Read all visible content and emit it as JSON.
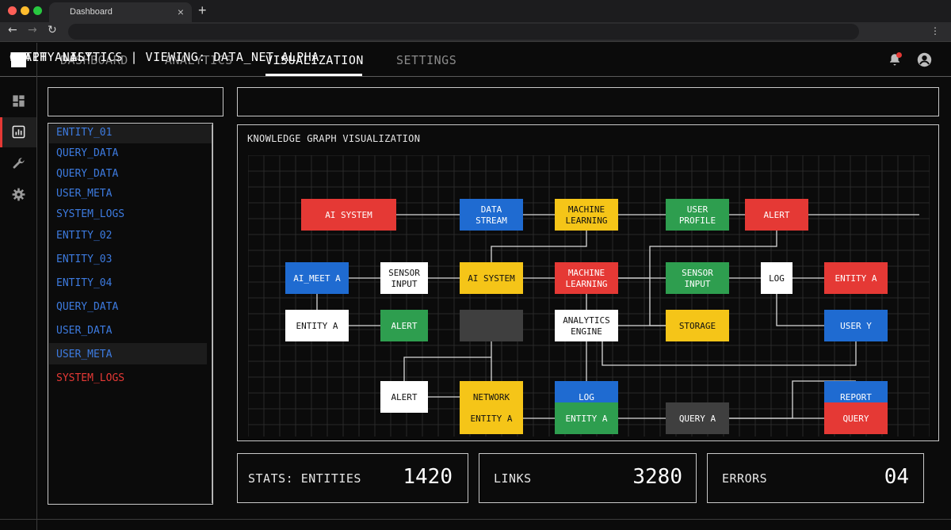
{
  "browser": {
    "tab_title": "Dashboard",
    "tab_close": "×",
    "new_tab": "+",
    "back": "←",
    "forward": "→",
    "reload": "↻",
    "menu": "⋮"
  },
  "nav": {
    "items": [
      {
        "label": "DASHBOARD",
        "active": false
      },
      {
        "label": "ANALYTICS",
        "active": false
      },
      {
        "label": "VISUALIZATION",
        "active": true
      },
      {
        "label": "SETTINGS",
        "active": false
      }
    ]
  },
  "sidebar": {
    "icons": [
      "dashboard-icon",
      "chart-icon",
      "wrench-icon",
      "gear-icon"
    ],
    "active_index": 1
  },
  "entity_list": {
    "title": "ENTITY LIST",
    "items": [
      {
        "label": "ENTITY_01",
        "status": "normal"
      },
      {
        "label": "QUERY_DATA",
        "status": "normal"
      },
      {
        "label": "QUERY_DATA",
        "status": "normal"
      },
      {
        "label": "USER_META",
        "status": "normal"
      },
      {
        "label": "SYSTEM_LOGS",
        "status": "normal"
      },
      {
        "label": "ENTITY_02",
        "status": "normal"
      },
      {
        "label": "ENTITY_03",
        "status": "normal"
      },
      {
        "label": "ENTITY_04",
        "status": "normal"
      },
      {
        "label": "QUERY_DATA",
        "status": "normal"
      },
      {
        "label": "USER_DATA",
        "status": "normal"
      },
      {
        "label": "USER_META",
        "status": "selected"
      },
      {
        "label": "SYSTEM_LOGS",
        "status": "error"
      }
    ]
  },
  "header": {
    "title": "GRAPH ANALYTICS | VIEWING: DATA_NET_ALPHA"
  },
  "graph": {
    "title": "KNOWLEDGE GRAPH VISUALIZATION",
    "colors": {
      "red": "#e53935",
      "blue": "#1f6bd1",
      "yellow": "#f5c518",
      "green": "#2e9e4f",
      "white": "#ffffff",
      "gray": "#3f3f3f",
      "line": "#d9d9d9"
    },
    "nodes": [
      {
        "id": "n1",
        "label": "AI SYSTEM",
        "color": "red"
      },
      {
        "id": "n2",
        "label": "DATA STREAM",
        "color": "blue"
      },
      {
        "id": "n3",
        "label": "MACHINE LEARNING",
        "color": "yellow"
      },
      {
        "id": "n4",
        "label": "USER PROFILE",
        "color": "green"
      },
      {
        "id": "n5",
        "label": "ALERT",
        "color": "red"
      },
      {
        "id": "n6",
        "label": "AI_MEET A",
        "color": "blue"
      },
      {
        "id": "n7",
        "label": "SENSOR INPUT",
        "color": "white"
      },
      {
        "id": "n8",
        "label": "AI SYSTEM",
        "color": "yellow"
      },
      {
        "id": "n9",
        "label": "MACHINE LEARNING",
        "color": "red"
      },
      {
        "id": "n10",
        "label": "SENSOR INPUT",
        "color": "green"
      },
      {
        "id": "n11",
        "label": "LOG",
        "color": "white"
      },
      {
        "id": "n12",
        "label": "ENTITY A",
        "color": "red"
      },
      {
        "id": "n13",
        "label": "ENTITY A",
        "color": "white"
      },
      {
        "id": "n14",
        "label": "ALERT",
        "color": "green"
      },
      {
        "id": "n15",
        "label": "",
        "color": "gray"
      },
      {
        "id": "n16",
        "label": "ANALYTICS ENGINE",
        "color": "white"
      },
      {
        "id": "n17",
        "label": "STORAGE",
        "color": "yellow"
      },
      {
        "id": "n18",
        "label": "USER Y",
        "color": "blue"
      },
      {
        "id": "n19",
        "label": "ALERT",
        "color": "white"
      },
      {
        "id": "n20",
        "label": "NETWORK",
        "color": "yellow"
      },
      {
        "id": "n21",
        "label": "LOG",
        "color": "blue"
      },
      {
        "id": "n22",
        "label": "REPORT",
        "color": "blue"
      },
      {
        "id": "n23",
        "label": "ENTITY A",
        "color": "yellow"
      },
      {
        "id": "n24",
        "label": "ENTITY A",
        "color": "green"
      },
      {
        "id": "n25",
        "label": "QUERY A",
        "color": "gray"
      },
      {
        "id": "n26",
        "label": "QUERY",
        "color": "red"
      }
    ]
  },
  "stats": [
    {
      "label": "STATS: ENTITIES",
      "value": "1420"
    },
    {
      "label": "LINKS",
      "value": "3280"
    },
    {
      "label": "ERRORS",
      "value": "04"
    }
  ]
}
